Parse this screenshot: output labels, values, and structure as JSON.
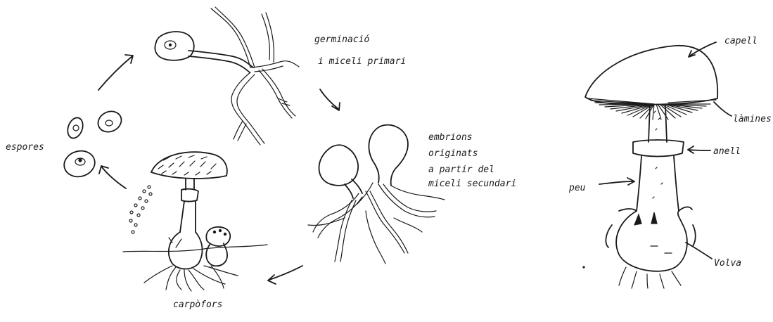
{
  "labels": {
    "spores": "espores",
    "germination_line1": "germinació",
    "germination_line2": "i miceli primari",
    "embryos_line1": "embrions",
    "embryos_line2": "originats",
    "embryos_line3": "a partir del",
    "embryos_line4": "miceli secundari",
    "fruiting_body": "carpòfors",
    "cap": "capell",
    "gills": "làmines",
    "ring": "anell",
    "stem": "peu",
    "volva": "Volva"
  },
  "ink_color": "#1a1a1a"
}
